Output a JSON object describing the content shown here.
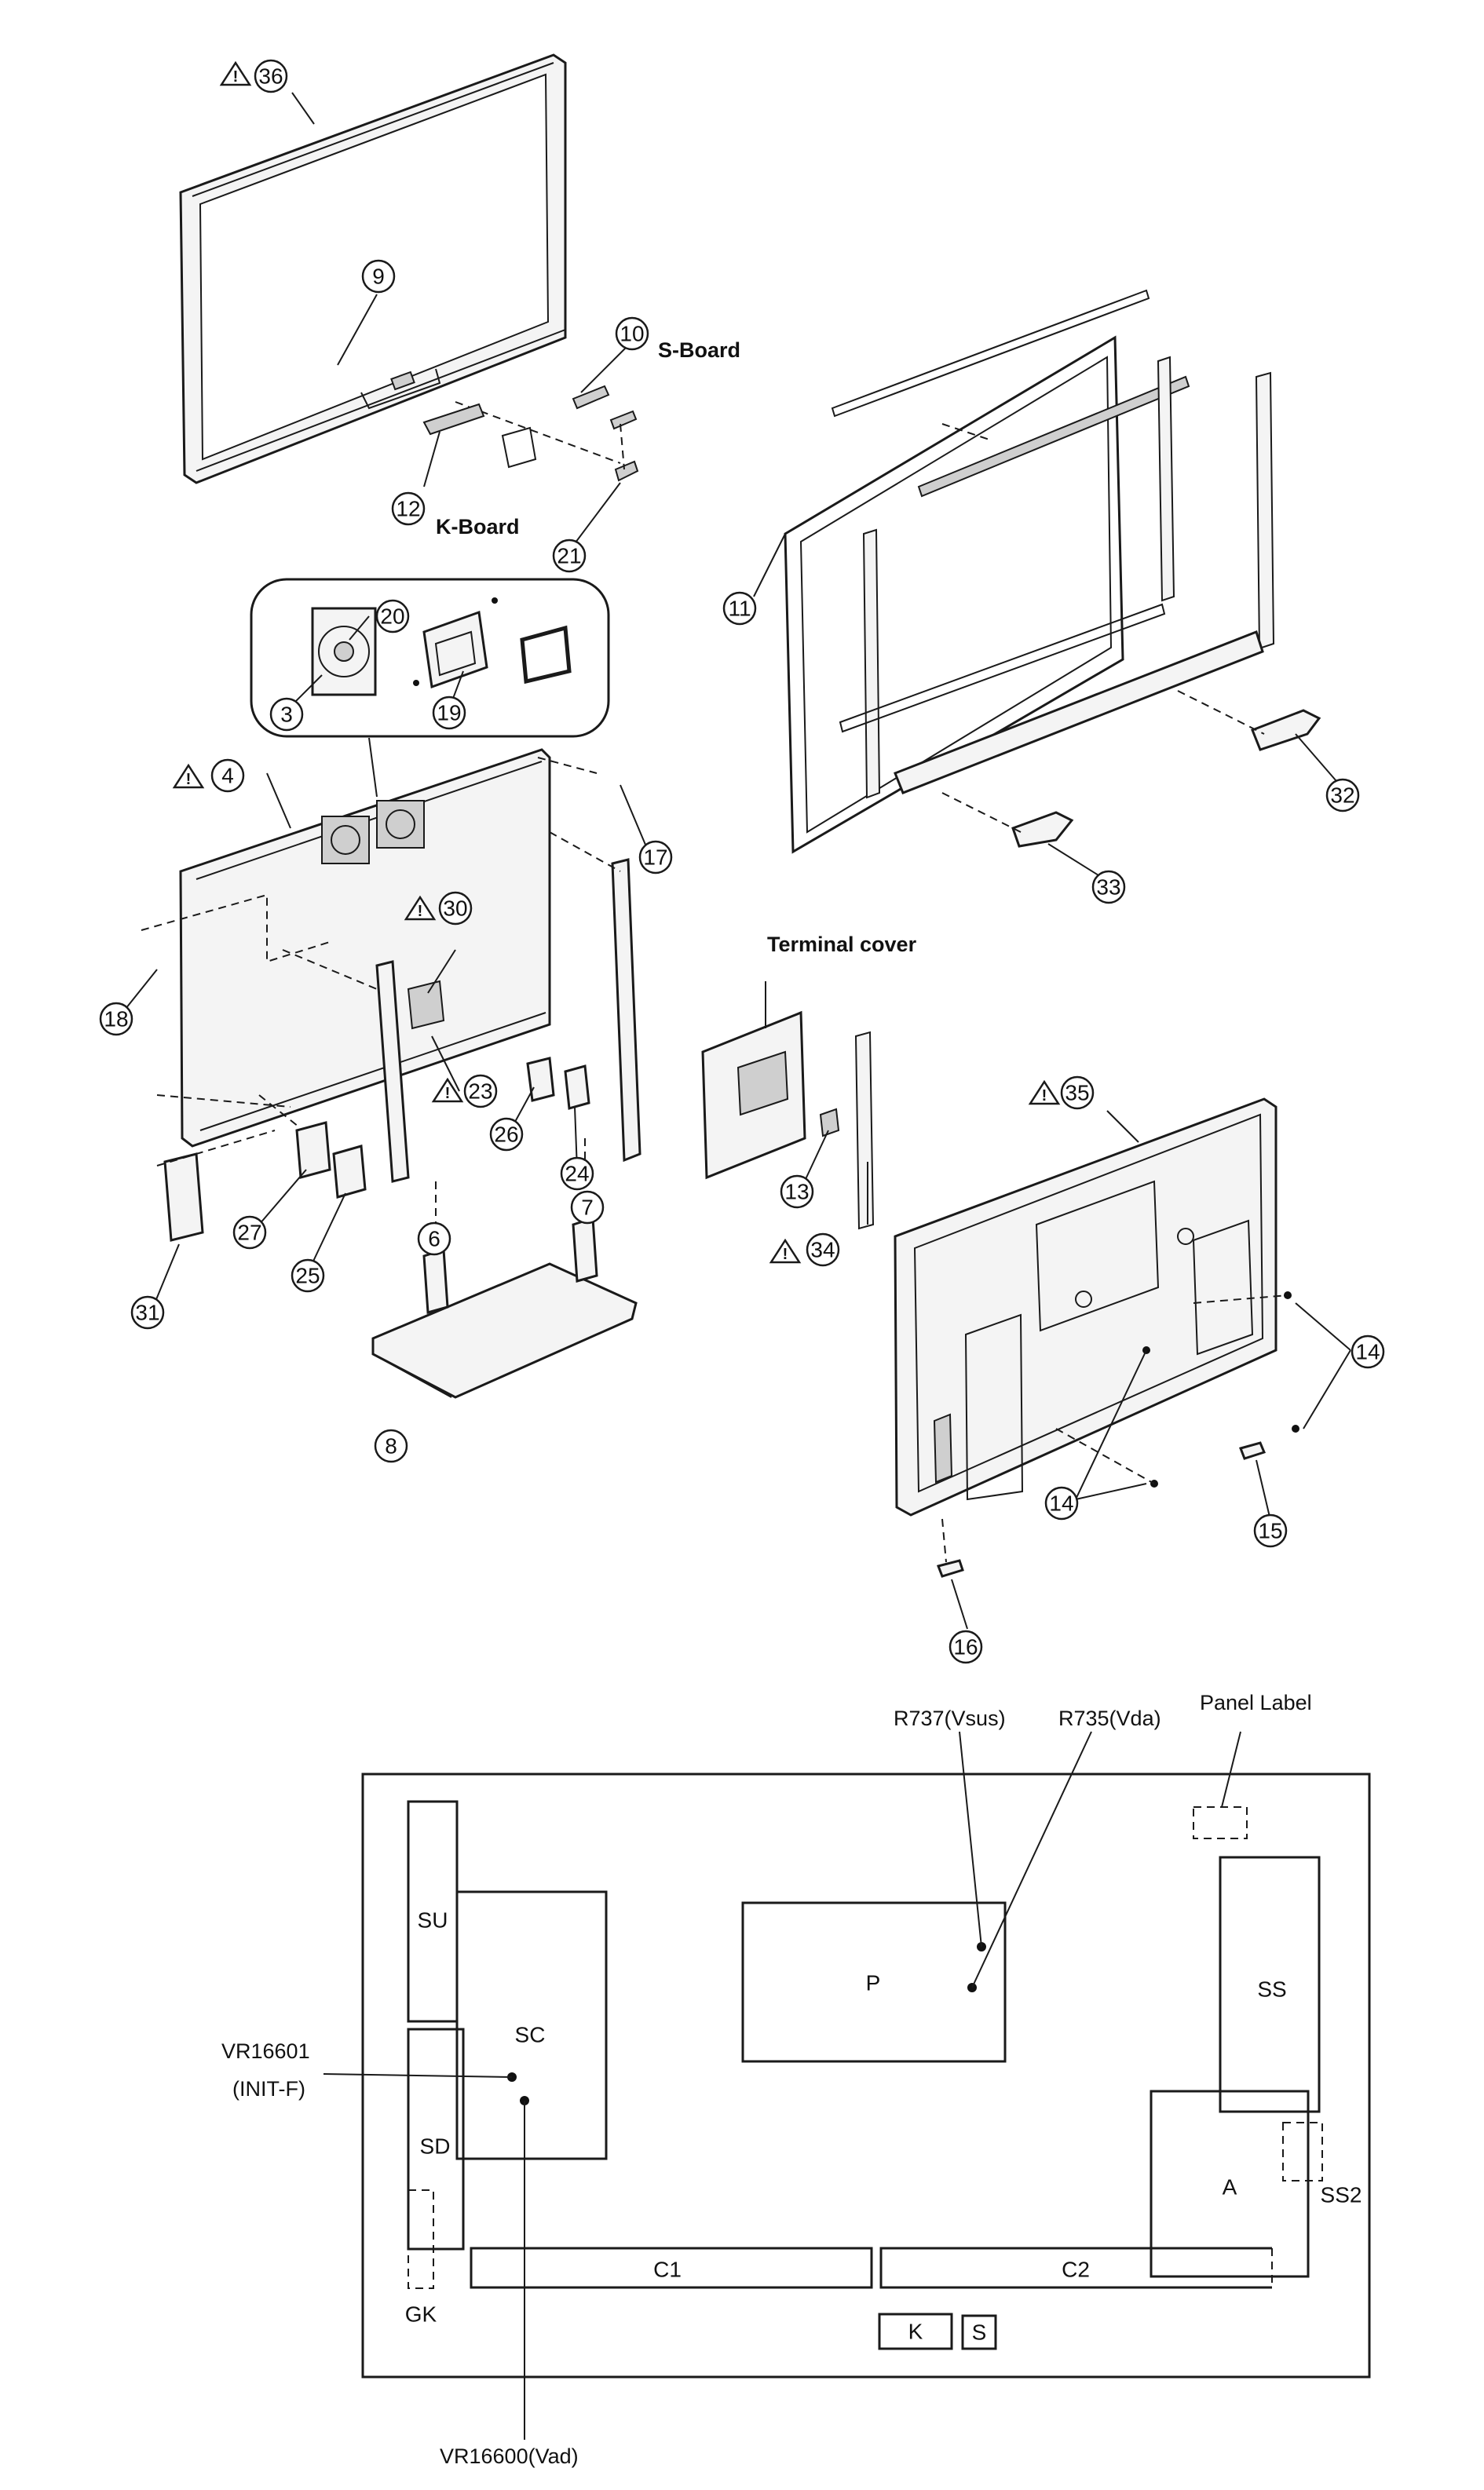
{
  "callouts": [
    {
      "id": "c36",
      "text": "36"
    },
    {
      "id": "c9",
      "text": "9"
    },
    {
      "id": "c10",
      "text": "10"
    },
    {
      "id": "c12",
      "text": "12"
    },
    {
      "id": "c21",
      "text": "21"
    },
    {
      "id": "c11",
      "text": "11"
    },
    {
      "id": "c20",
      "text": "20"
    },
    {
      "id": "c3",
      "text": "3"
    },
    {
      "id": "c19",
      "text": "19"
    },
    {
      "id": "c4",
      "text": "4"
    },
    {
      "id": "c17",
      "text": "17"
    },
    {
      "id": "c30",
      "text": "30"
    },
    {
      "id": "c18",
      "text": "18"
    },
    {
      "id": "c23",
      "text": "23"
    },
    {
      "id": "c26",
      "text": "26"
    },
    {
      "id": "c24",
      "text": "24"
    },
    {
      "id": "c27",
      "text": "27"
    },
    {
      "id": "c25",
      "text": "25"
    },
    {
      "id": "c31",
      "text": "31"
    },
    {
      "id": "c6",
      "text": "6"
    },
    {
      "id": "c7",
      "text": "7"
    },
    {
      "id": "c8",
      "text": "8"
    },
    {
      "id": "c32",
      "text": "32"
    },
    {
      "id": "c33",
      "text": "33"
    },
    {
      "id": "c13",
      "text": "13"
    },
    {
      "id": "c34",
      "text": "34"
    },
    {
      "id": "c35",
      "text": "35"
    },
    {
      "id": "c14a",
      "text": "14"
    },
    {
      "id": "c14b",
      "text": "14"
    },
    {
      "id": "c15",
      "text": "15"
    },
    {
      "id": "c16",
      "text": "16"
    }
  ],
  "labels": {
    "s_board": "S-Board",
    "k_board": "K-Board",
    "terminal_cover": "Terminal cover",
    "r737": "R737(Vsus)",
    "r735": "R735(Vda)",
    "panel_label": "Panel Label",
    "vr16601": "VR16601",
    "init_f": "(INIT-F)",
    "vr16600": "VR16600(Vad)"
  },
  "boards": {
    "su": "SU",
    "sc": "SC",
    "sd": "SD",
    "gk": "GK",
    "p": "P",
    "ss": "SS",
    "a": "A",
    "ss2": "SS2",
    "c1": "C1",
    "c2": "C2",
    "k": "K",
    "s": "S"
  }
}
